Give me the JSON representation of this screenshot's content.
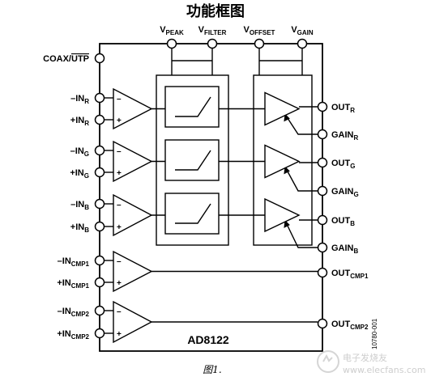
{
  "title": "功能框图",
  "chip_name": "AD8122",
  "caption": "图1.",
  "figure_code": "10780-001",
  "watermark": {
    "site": "电子发烧友",
    "url": "www.elecfans.com"
  },
  "top_pins": [
    {
      "base": "V",
      "sub": "PEAK"
    },
    {
      "base": "V",
      "sub": "FILTER"
    },
    {
      "base": "V",
      "sub": "OFFSET"
    },
    {
      "base": "V",
      "sub": "GAIN"
    }
  ],
  "left_pins": [
    {
      "base": "COAX/",
      "over": "UTP",
      "sub": ""
    },
    {
      "base": "–IN",
      "sub": "R"
    },
    {
      "base": "+IN",
      "sub": "R"
    },
    {
      "base": "–IN",
      "sub": "G"
    },
    {
      "base": "+IN",
      "sub": "G"
    },
    {
      "base": "–IN",
      "sub": "B"
    },
    {
      "base": "+IN",
      "sub": "B"
    },
    {
      "base": "–IN",
      "sub": "CMP1"
    },
    {
      "base": "+IN",
      "sub": "CMP1"
    },
    {
      "base": "–IN",
      "sub": "CMP2"
    },
    {
      "base": "+IN",
      "sub": "CMP2"
    }
  ],
  "right_pins": [
    {
      "base": "OUT",
      "sub": "R"
    },
    {
      "base": "GAIN",
      "sub": "R"
    },
    {
      "base": "OUT",
      "sub": "G"
    },
    {
      "base": "GAIN",
      "sub": "G"
    },
    {
      "base": "OUT",
      "sub": "B"
    },
    {
      "base": "GAIN",
      "sub": "B"
    },
    {
      "base": "OUT",
      "sub": "CMP1"
    },
    {
      "base": "OUT",
      "sub": "CMP2"
    }
  ],
  "amp_signs": {
    "minus": "–",
    "plus": "+"
  }
}
